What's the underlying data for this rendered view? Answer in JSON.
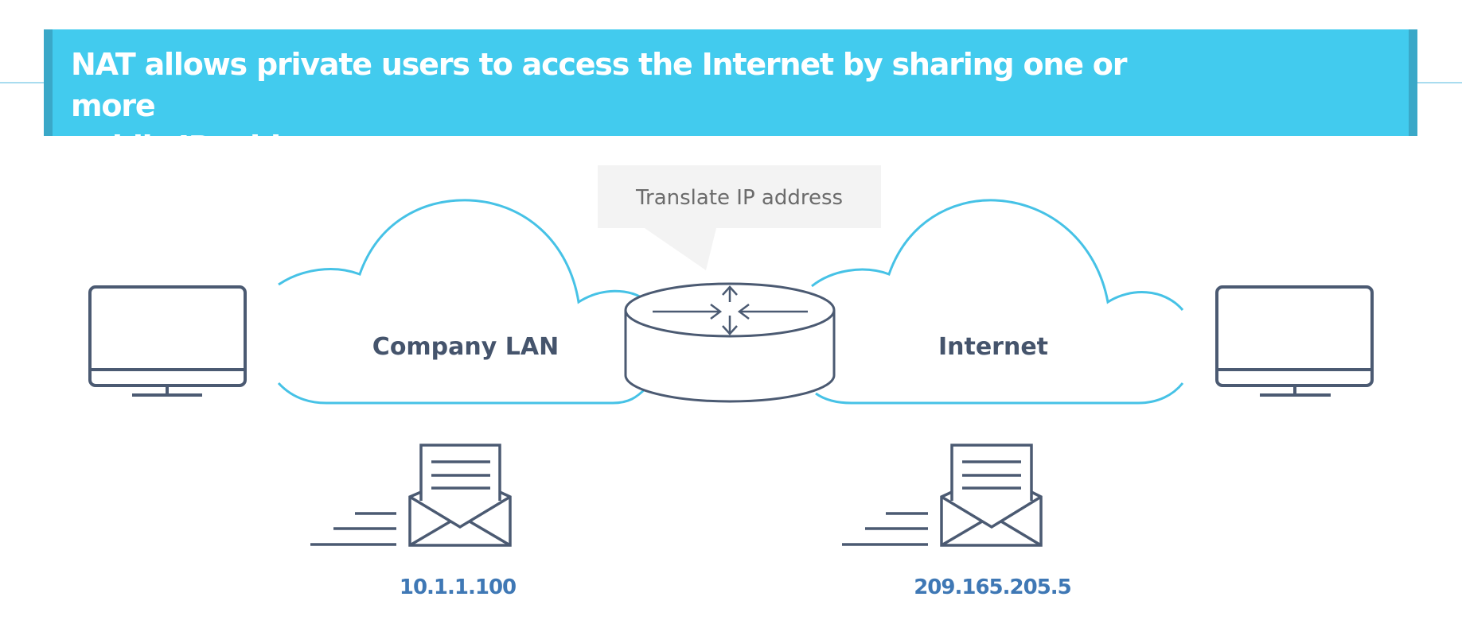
{
  "banner": {
    "title_line1": "NAT allows private users to access the Internet by sharing one or more",
    "title_line2": "public IP addresses."
  },
  "callout": {
    "text": "Translate IP address"
  },
  "clouds": {
    "left": {
      "label": "Company LAN"
    },
    "right": {
      "label": "Internet"
    }
  },
  "addresses": {
    "inside": "10.1.1.100",
    "outside": "209.165.205.5"
  },
  "icons": {
    "left_host": "monitor-icon",
    "right_host": "monitor-icon",
    "router": "nat-router-icon",
    "left_message": "envelope-sending-icon",
    "right_message": "envelope-sending-icon"
  },
  "colors": {
    "banner": "#42cbee",
    "banner_edge": "#3aa8c8",
    "cloud_stroke": "#46c2e6",
    "icon_stroke": "#4b5a72",
    "label_text": "#45546c",
    "address_text": "#3f78b5",
    "callout_bg": "#f3f3f3",
    "callout_text": "#6b6b6b"
  }
}
